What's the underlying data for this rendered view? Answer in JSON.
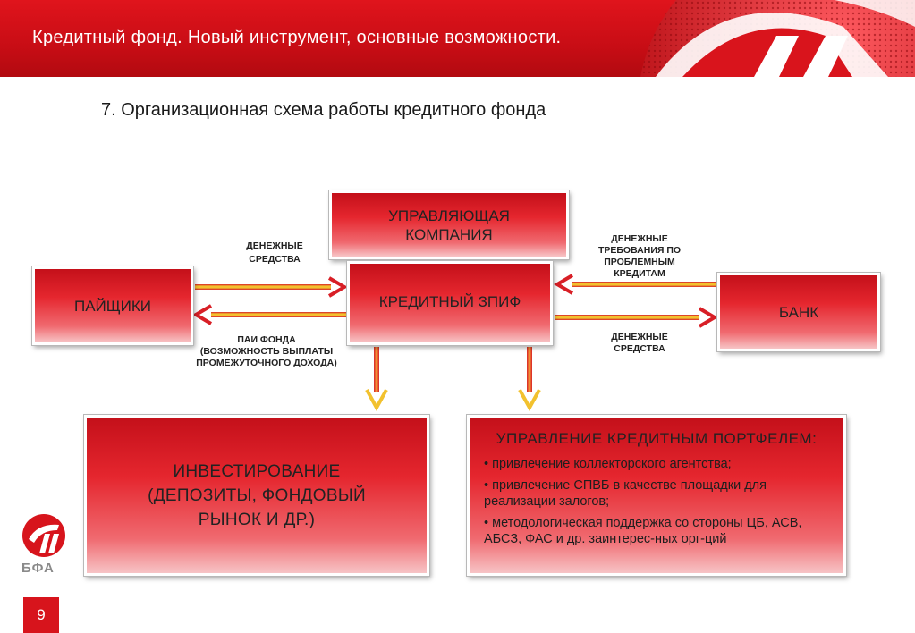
{
  "header": {
    "title": "Кредитный фонд. Новый инструмент, основные возможности."
  },
  "subtitle": "7. Организационная схема работы кредитного фонда",
  "boxes": {
    "management_company": "УПРАВЛЯЮЩАЯ\nКОМПАНИЯ",
    "credit_zpif": "КРЕДИТНЫЙ ЗПИФ",
    "shareholders": "ПАЙЩИКИ",
    "bank": "БАНК",
    "investment": "ИНВЕСТИРОВАНИЕ\n(ДЕПОЗИТЫ, ФОНДОВЫЙ\nРЫНОК И ДР.)",
    "portfolio": {
      "title": "УПРАВЛЕНИЕ КРЕДИТНЫМ ПОРТФЕЛЕМ:",
      "items": [
        "• привлечение коллекторского агентства;",
        "• привлечение СПВБ в качестве площадки для реализации залогов;",
        "• методологическая поддержка со стороны ЦБ, АСВ, АБСЗ, ФАС и др. заинтерес-ных орг-ций"
      ]
    }
  },
  "labels": {
    "money_left": "ДЕНЕЖНЫЕ\nСРЕДСТВА",
    "fund_shares": "ПАИ ФОНДА\n(ВОЗМОЖНОСТЬ ВЫПЛАТЫ\nПРОМЕЖУТОЧНОГО ДОХОДА)",
    "claims": "ДЕНЕЖНЫЕ\nТРЕБОВАНИЯ ПО\nПРОБЛЕМНЫМ\nКРЕДИТАМ",
    "money_right": "ДЕНЕЖНЫЕ\nСРЕДСТВА"
  },
  "logo": {
    "text": "БФА"
  },
  "page_number": "9",
  "colors": {
    "brand_red": "#d7141c",
    "arrow_red": "#d81f26",
    "arrow_yellow": "#f2c12e"
  }
}
